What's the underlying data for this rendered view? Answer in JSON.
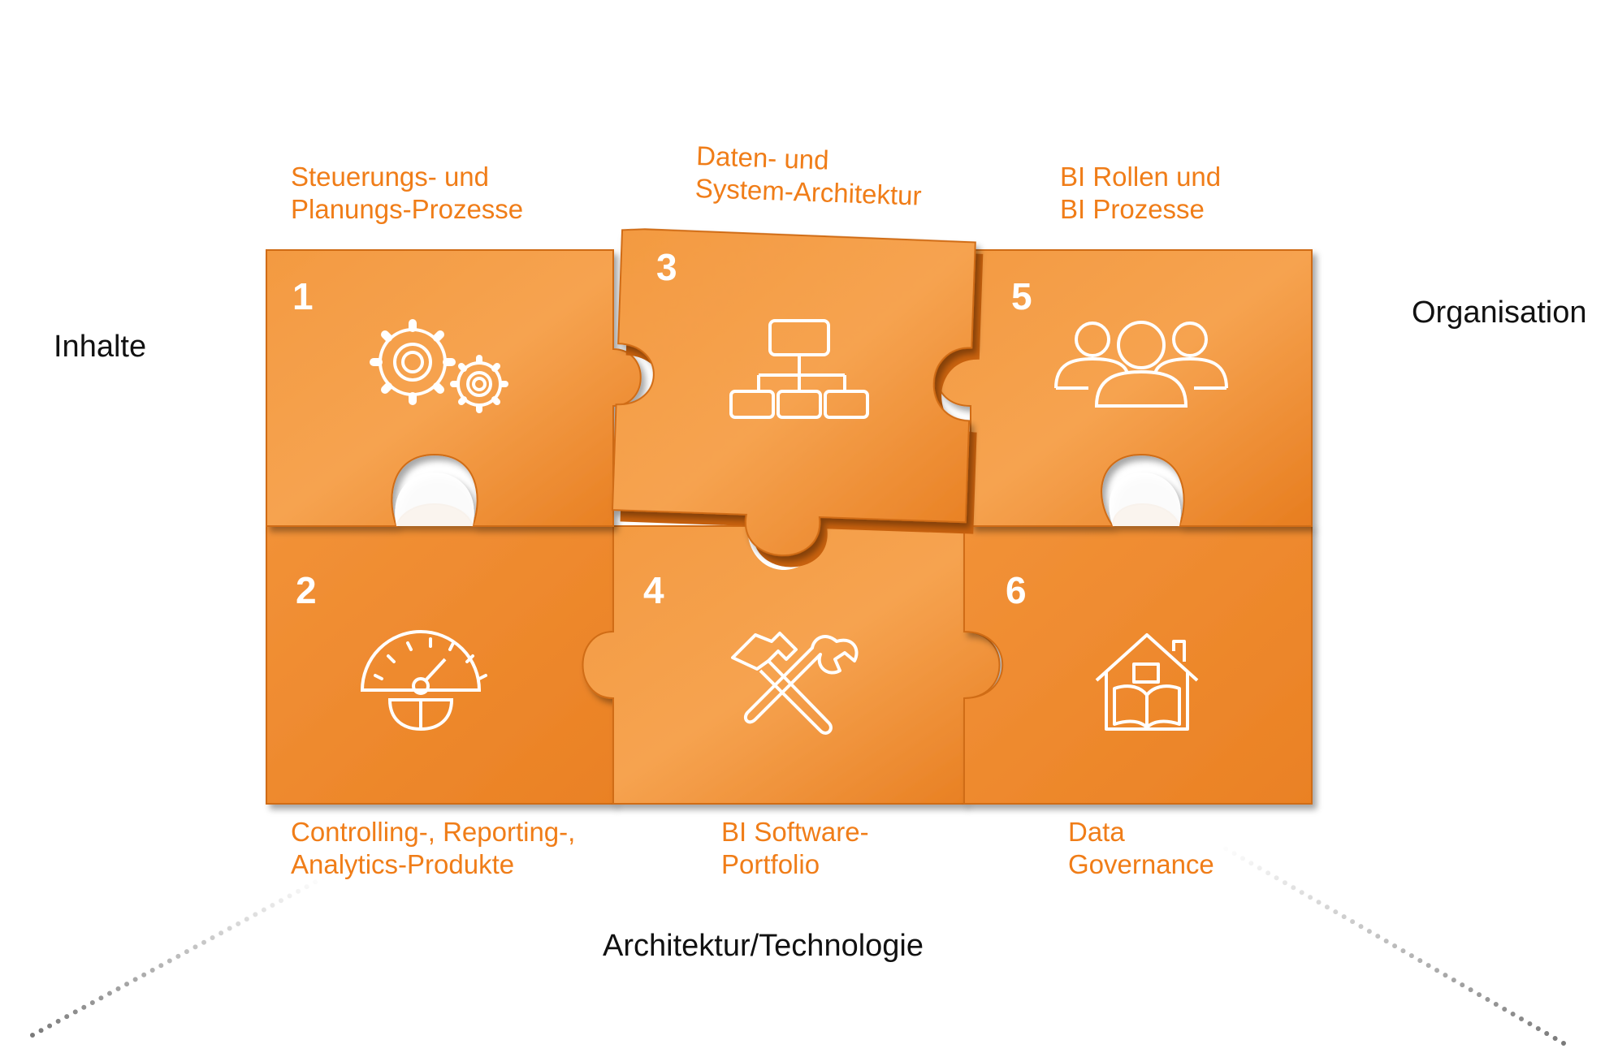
{
  "axes": {
    "left": "Inhalte",
    "right": "Organisation",
    "bottom": "Architektur/Technologie"
  },
  "colors": {
    "piece_light": "#f8a24a",
    "piece_dark": "#e8791a",
    "label": "#f07d18",
    "dots": "#8a8a8a"
  },
  "pieces": [
    {
      "number": "1",
      "icon": "gears-icon",
      "line1": "Steuerungs- und",
      "line2": "Planungs-Prozesse"
    },
    {
      "number": "2",
      "icon": "gauge-icon",
      "line1": "Controlling-, Reporting-,",
      "line2": "Analytics-Produkte"
    },
    {
      "number": "3",
      "icon": "org-chart-icon",
      "line1": "Daten- und",
      "line2": "System-Architektur"
    },
    {
      "number": "4",
      "icon": "tools-icon",
      "line1": "BI Software-",
      "line2": "Portfolio"
    },
    {
      "number": "5",
      "icon": "people-icon",
      "line1": "BI Rollen und",
      "line2": "BI Prozesse"
    },
    {
      "number": "6",
      "icon": "house-book-icon",
      "line1": "Data",
      "line2": "Governance"
    }
  ]
}
